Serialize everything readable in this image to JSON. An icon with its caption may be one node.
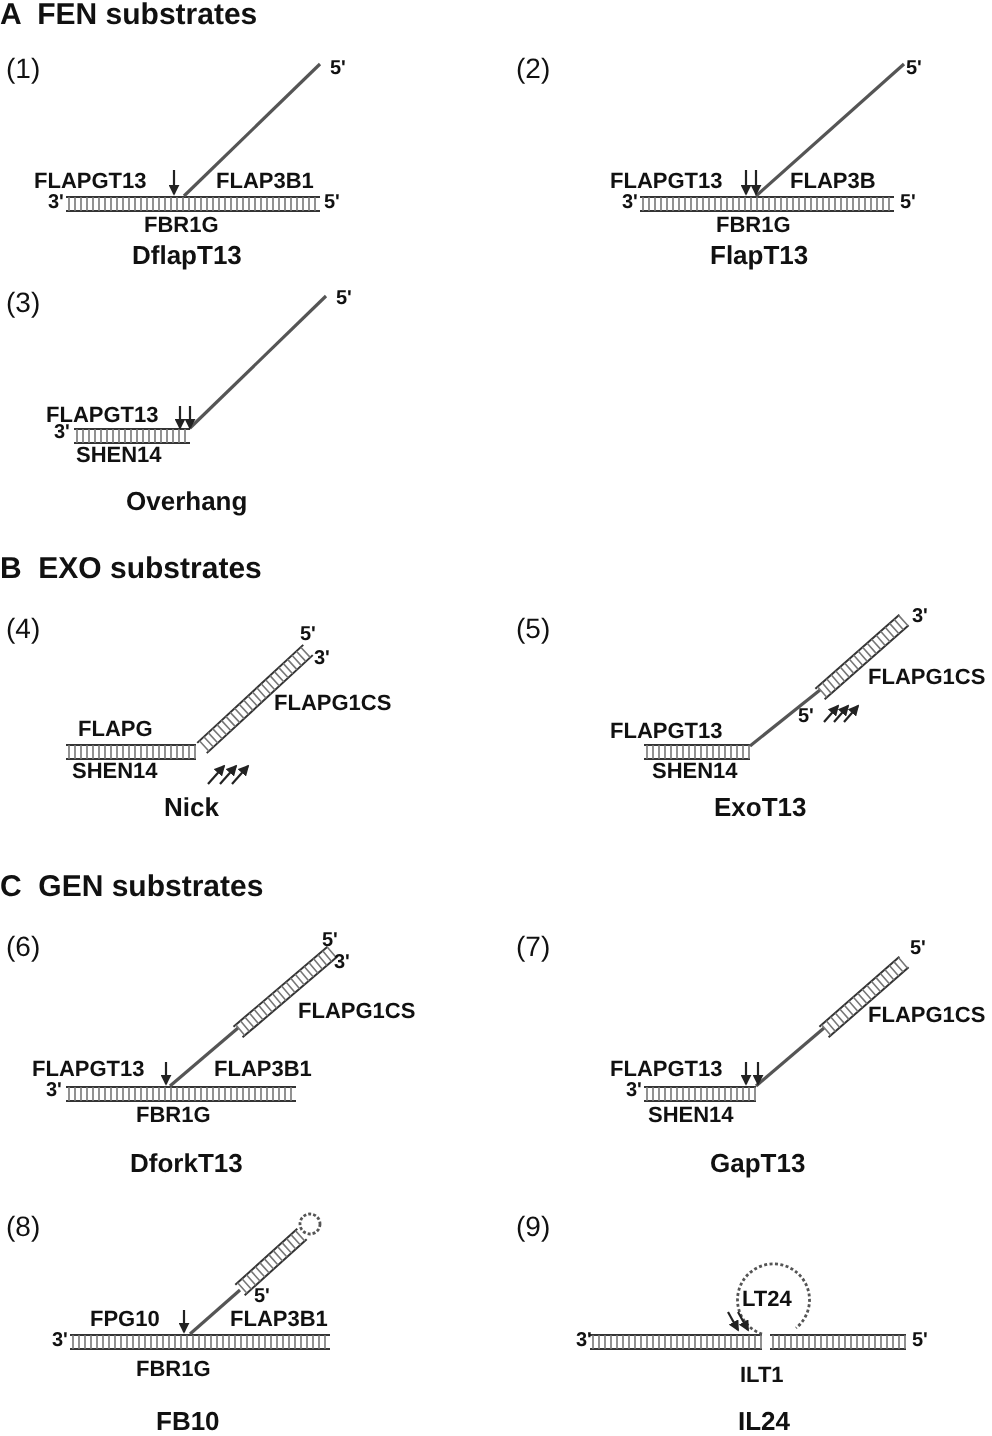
{
  "diagram": {
    "labels": [
      "A  FEN substrates",
      "(1)",
      "5'",
      "FLAPGT13",
      "FLAP3B1",
      "3'",
      "5'",
      "FBR1G",
      "DflapT13",
      "(2)",
      "5'",
      "FLAPGT13",
      "FLAP3B",
      "3'",
      "5'",
      "FBR1G",
      "FlapT13",
      "(3)",
      "5'",
      "FLAPGT13",
      "3'",
      "SHEN14",
      "Overhang",
      "B  EXO substrates",
      "(4)",
      "5'",
      "3'",
      "FLAPG1CS",
      "FLAPG",
      "SHEN14",
      "Nick",
      "(5)",
      "3'",
      "FLAPG1CS",
      "FLAPGT13",
      "5'",
      "SHEN14",
      "ExoT13",
      "C  GEN substrates",
      "(6)",
      "5'",
      "3'",
      "FLAPG1CS",
      "FLAPGT13",
      "FLAP3B1",
      "3'",
      "FBR1G",
      "DforkT13",
      "(7)",
      "5'",
      "FLAPG1CS",
      "FLAPGT13",
      "3'",
      "SHEN14",
      "GapT13",
      "(8)",
      "5'",
      "FPG10",
      "FLAP3B1",
      "3'",
      "FBR1G",
      "FB10",
      "(9)",
      "LT24",
      "3'",
      "5'",
      "ILT1",
      "IL24"
    ]
  }
}
